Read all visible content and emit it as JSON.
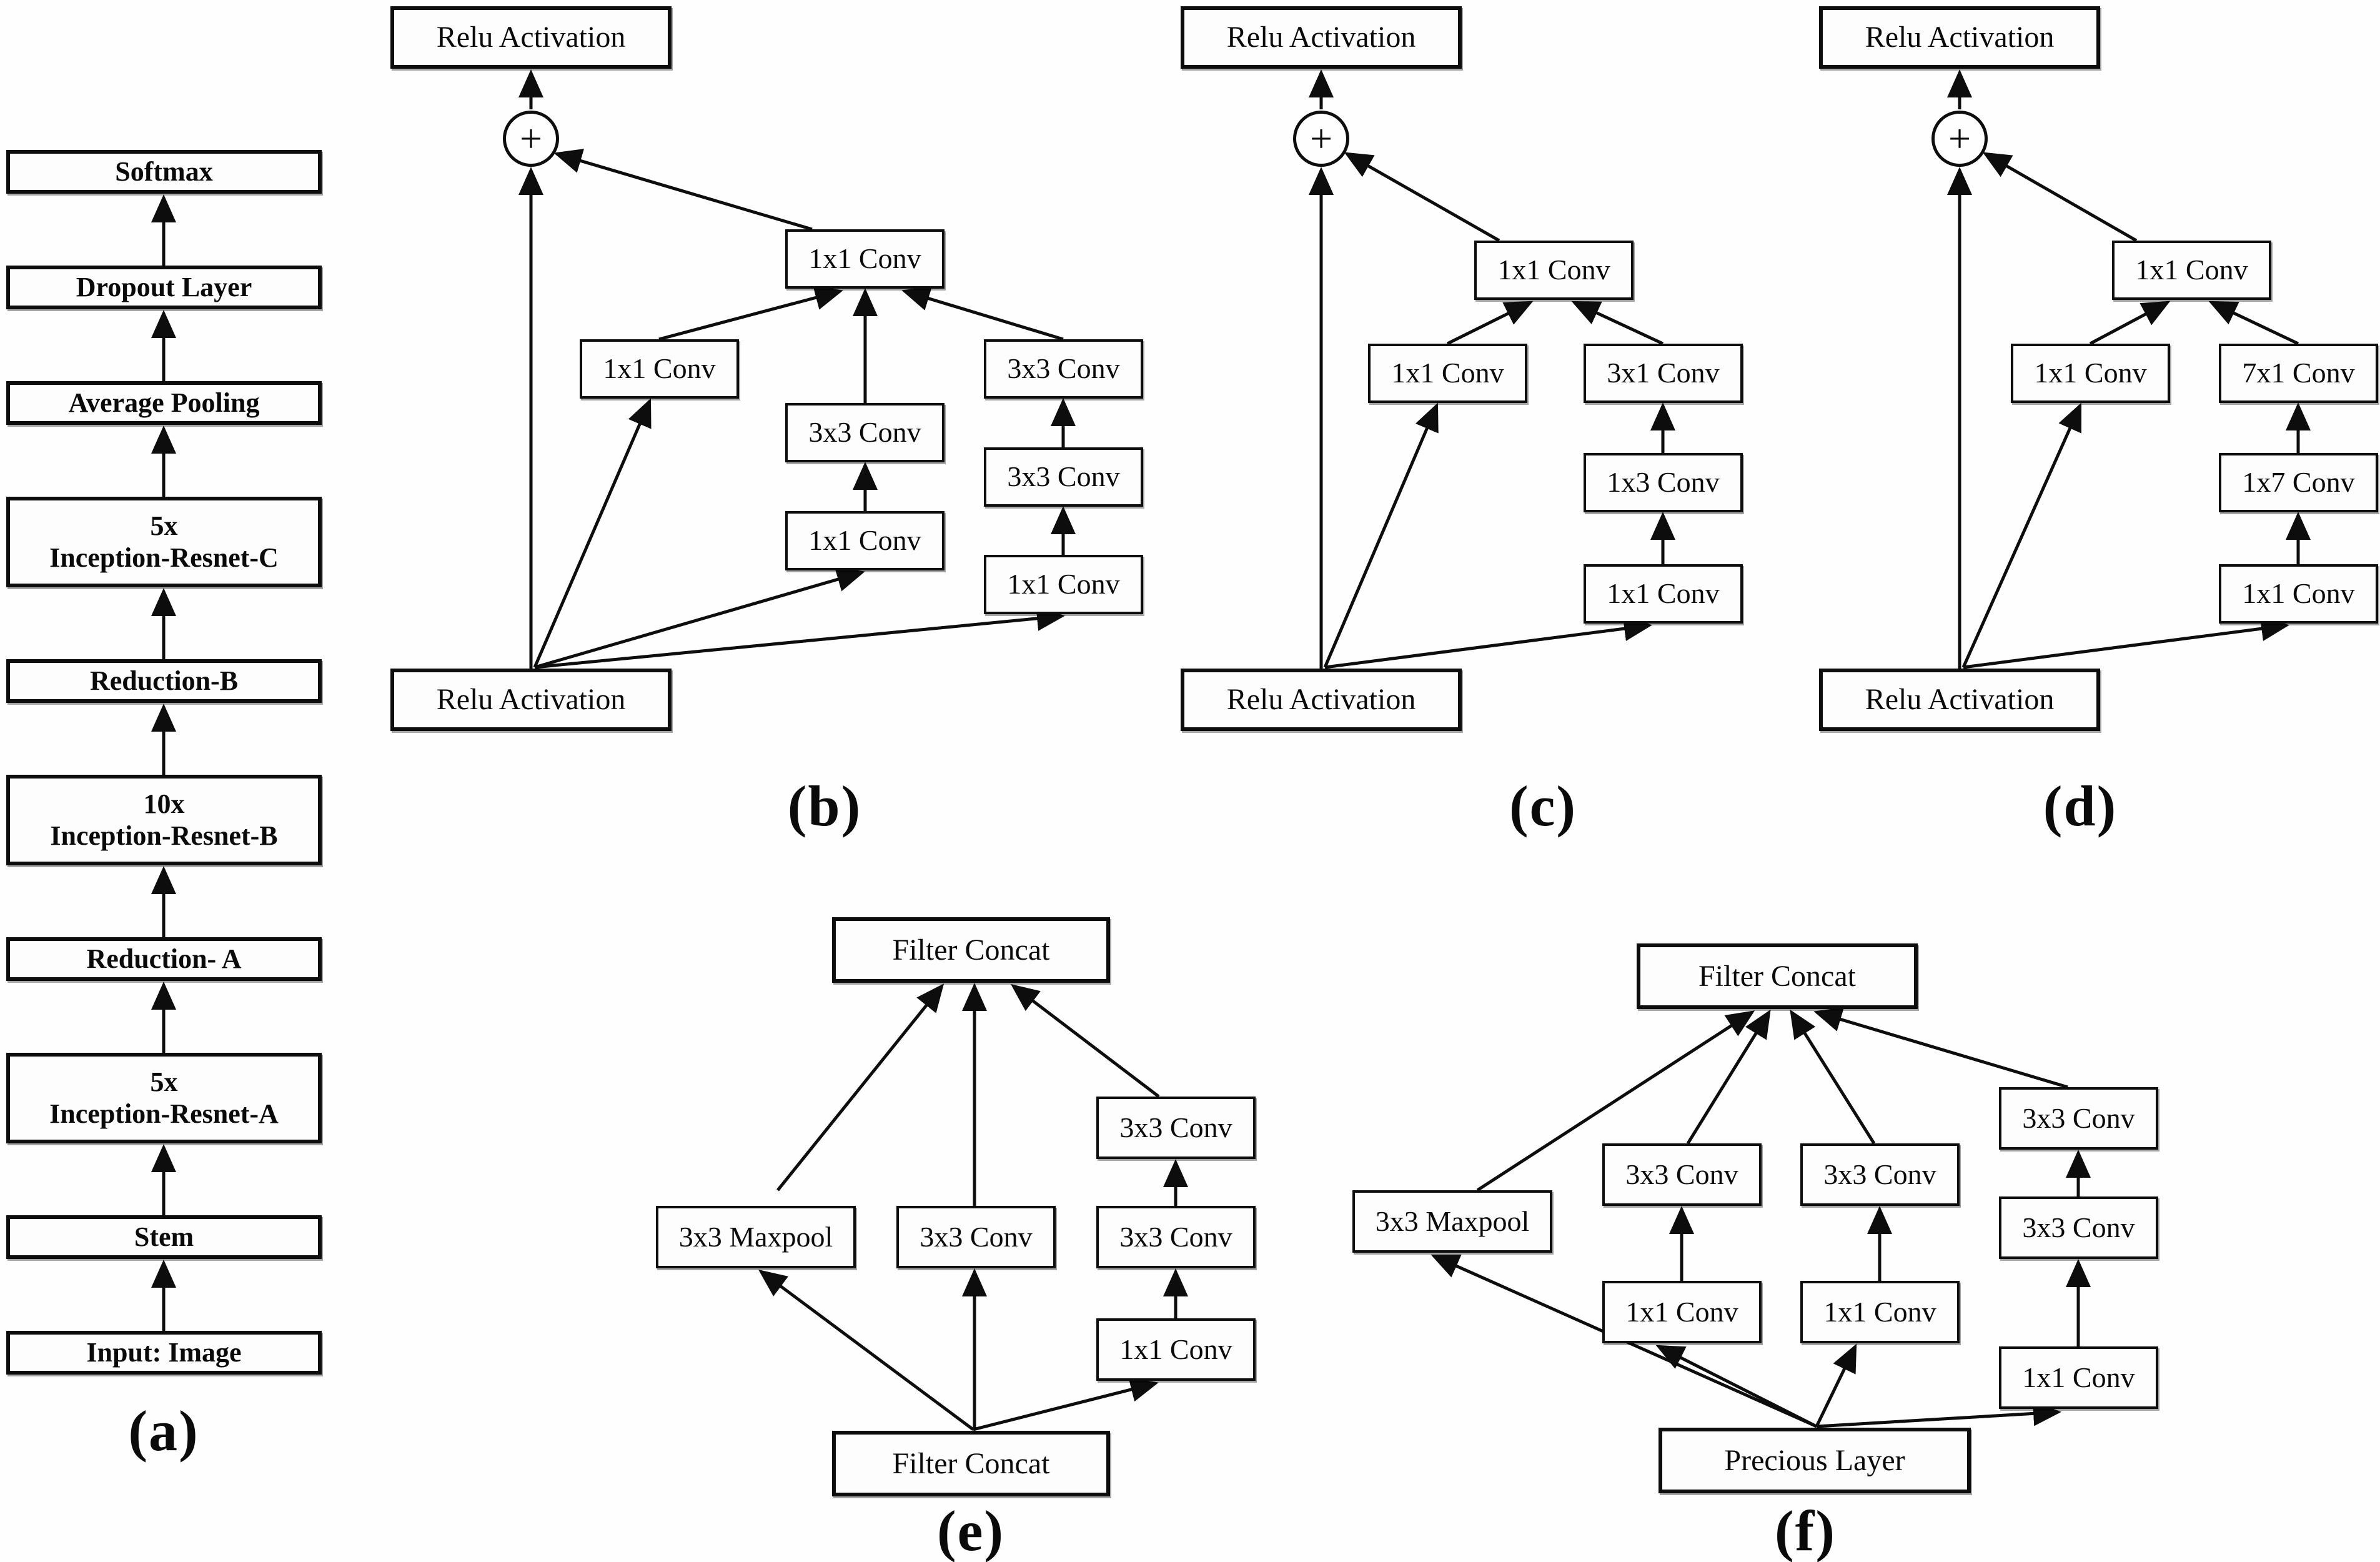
{
  "diagrams": {
    "a": {
      "caption": "(a)",
      "nodes": {
        "softmax": "Softmax",
        "dropout": "Dropout Layer",
        "avgpool": "Average Pooling",
        "inception_resnet_c": "5x\nInception-Resnet-C",
        "reduction_b": "Reduction-B",
        "inception_resnet_b": "10x\nInception-Resnet-B",
        "reduction_a": "Reduction- A",
        "inception_resnet_a": "5x\nInception-Resnet-A",
        "stem": "Stem",
        "input": "Input: Image"
      }
    },
    "b": {
      "caption": "(b)",
      "top_relu": "Relu Activation",
      "plus": "+",
      "top_conv": "1x1 Conv",
      "left_conv": "1x1 Conv",
      "mid_conv_upper": "3x3 Conv",
      "mid_conv_lower": "1x1 Conv",
      "right_conv_top": "3x3 Conv",
      "right_conv_mid": "3x3 Conv",
      "right_conv_bottom": "1x1 Conv",
      "bottom_relu": "Relu Activation"
    },
    "c": {
      "caption": "(c)",
      "top_relu": "Relu Activation",
      "plus": "+",
      "top_conv": "1x1 Conv",
      "left_conv": "1x1 Conv",
      "right_conv_top": "3x1 Conv",
      "right_conv_mid": "1x3 Conv",
      "right_conv_bottom": "1x1 Conv",
      "bottom_relu": "Relu Activation"
    },
    "d": {
      "caption": "(d)",
      "top_relu": "Relu Activation",
      "plus": "+",
      "top_conv": "1x1 Conv",
      "left_conv": "1x1 Conv",
      "right_conv_top": "7x1 Conv",
      "right_conv_mid": "1x7 Conv",
      "right_conv_bottom": "1x1 Conv",
      "bottom_relu": "Relu Activation"
    },
    "e": {
      "caption": "(e)",
      "top_concat": "Filter Concat",
      "maxpool": "3x3 Maxpool",
      "mid_conv": "3x3 Conv",
      "right_conv_top": "3x3 Conv",
      "right_conv_mid": "3x3 Conv",
      "right_conv_bottom": "1x1 Conv",
      "bottom_concat": "Filter Concat"
    },
    "f": {
      "caption": "(f)",
      "top_concat": "Filter Concat",
      "maxpool": "3x3 Maxpool",
      "branch2_top": "3x3 Conv",
      "branch2_bottom": "1x1 Conv",
      "branch3_top": "3x3 Conv",
      "branch3_bottom": "1x1 Conv",
      "right_conv_top": "3x3 Conv",
      "right_conv_mid": "3x3 Conv",
      "right_conv_bottom": "1x1 Conv",
      "bottom_layer": "Precious Layer"
    }
  }
}
